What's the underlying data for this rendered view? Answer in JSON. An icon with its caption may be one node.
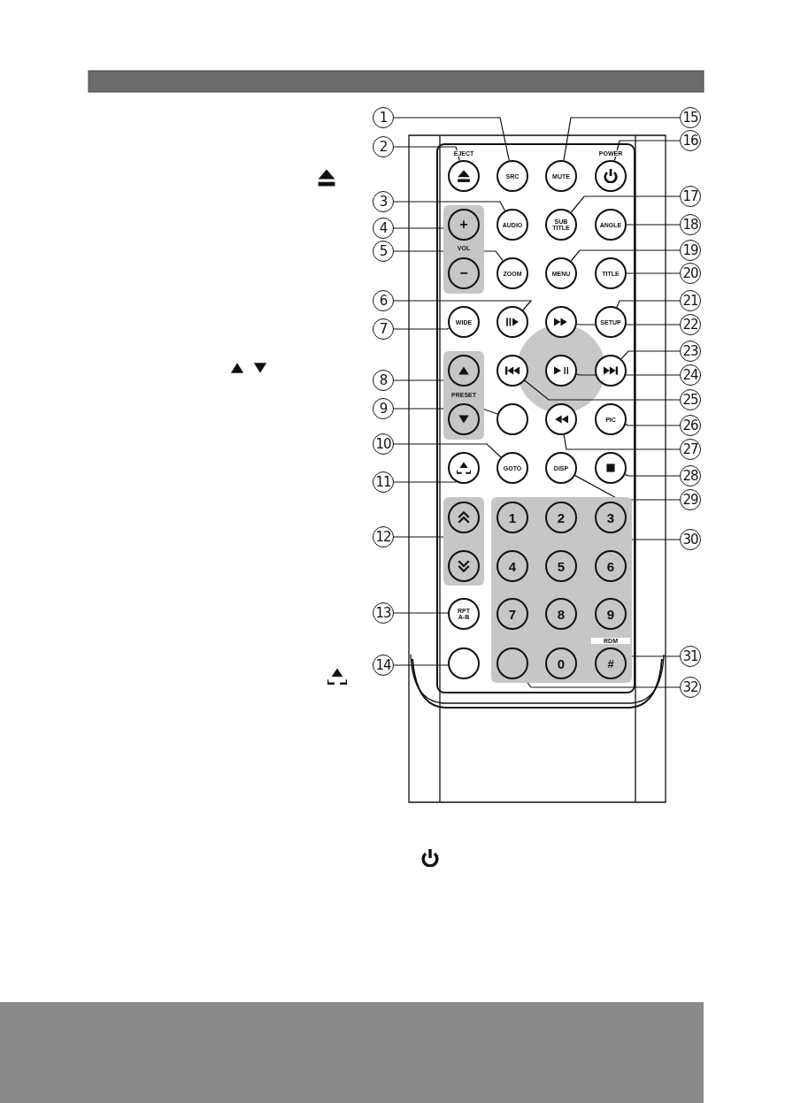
{
  "diagram": {
    "nodes": [
      {
        "text": [
          "EJECT"
        ]
      },
      {
        "text": [
          "SRC"
        ]
      },
      {
        "text": [
          "MUTE"
        ]
      },
      {
        "text": [
          "POWER"
        ]
      },
      {
        "text": [
          "VOL"
        ]
      },
      {
        "text": [
          "+"
        ],
        "in": 4
      },
      {
        "text": [
          "−"
        ],
        "in": 4
      },
      {
        "text": [
          "AUDIO"
        ]
      },
      {
        "text": [
          "SUB TITLE"
        ]
      },
      {
        "text": [
          "ANGLE"
        ]
      },
      {
        "text": [
          "ZOOM"
        ]
      },
      {
        "text": [
          "MENU"
        ]
      },
      {
        "text": [
          "TITLE"
        ]
      },
      {
        "text": [
          "WIDE"
        ]
      },
      {
        "text": [],
        "shape": "circle"
      },
      {
        "text": [],
        "shape": "circle"
      },
      {
        "text": [
          "SETUP"
        ]
      },
      {
        "text": [
          "PRESET"
        ]
      },
      {
        "text": [],
        "shape": "circle",
        "in": 17
      },
      {
        "text": [],
        "shape": "circle",
        "in": 17
      },
      {
        "text": [],
        "shape": "circle"
      },
      {
        "text": [],
        "shape": "circle"
      },
      {
        "text": [],
        "shape": "circle"
      },
      {
        "text": [],
        "shape": "circle"
      },
      {
        "text": [],
        "shape": "circle"
      },
      {
        "text": [
          "PIC"
        ]
      },
      {
        "text": [
          "GOTO"
        ]
      },
      {
        "text": [
          "DISP"
        ]
      },
      {
        "text": [],
        "shape": "circle"
      },
      {
        "text": [],
        "shape": "circle"
      },
      {
        "text": [],
        "shape": "box"
      },
      {
        "text": [],
        "shape": "circle",
        "in": 30
      },
      {
        "text": [],
        "shape": "circle",
        "in": 30
      },
      {
        "text": [],
        "shape": "box"
      },
      {
        "text": [
          "1"
        ],
        "in": 33
      },
      {
        "text": [
          "2"
        ],
        "in": 33
      },
      {
        "text": [
          "3"
        ],
        "in": 33
      },
      {
        "text": [
          "4"
        ],
        "in": 33
      },
      {
        "text": [
          "5"
        ],
        "in": 33
      },
      {
        "text": [
          "6"
        ],
        "in": 33
      },
      {
        "text": [
          "7"
        ],
        "in": 33
      },
      {
        "text": [
          "8"
        ],
        "in": 33
      },
      {
        "text": [
          "9"
        ],
        "in": 33
      },
      {
        "text": [],
        "shape": "circle",
        "in": 33
      },
      {
        "text": [
          "0"
        ],
        "in": 33
      },
      {
        "text": [
          "RDM",
          "#"
        ],
        "in": 33
      },
      {
        "text": [
          "RPT A-B"
        ]
      },
      {
        "text": [],
        "shape": "circle"
      },
      {
        "text": [
          "1"
        ]
      },
      {
        "text": [
          "2"
        ]
      },
      {
        "text": [
          "3"
        ]
      },
      {
        "text": [
          "4"
        ]
      },
      {
        "text": [
          "5"
        ]
      },
      {
        "text": [
          "6"
        ]
      },
      {
        "text": [
          "7"
        ]
      },
      {
        "text": [
          "8"
        ]
      },
      {
        "text": [
          "9"
        ]
      },
      {
        "text": [
          "10"
        ]
      },
      {
        "text": [
          "11"
        ]
      },
      {
        "text": [
          "12"
        ]
      },
      {
        "text": [
          "13"
        ]
      },
      {
        "text": [
          "14"
        ]
      },
      {
        "text": [
          "15"
        ]
      },
      {
        "text": [
          "16"
        ]
      },
      {
        "text": [
          "17"
        ]
      },
      {
        "text": [
          "18"
        ]
      },
      {
        "text": [
          "19"
        ]
      },
      {
        "text": [
          "20"
        ]
      },
      {
        "text": [
          "21"
        ]
      },
      {
        "text": [
          "22"
        ]
      },
      {
        "text": [
          "23"
        ]
      },
      {
        "text": [
          "24"
        ]
      },
      {
        "text": [
          "25"
        ]
      },
      {
        "text": [
          "26"
        ]
      },
      {
        "text": [
          "27"
        ]
      },
      {
        "text": [
          "28"
        ]
      },
      {
        "text": [
          "29"
        ]
      },
      {
        "text": [
          "30"
        ]
      },
      {
        "text": [
          "31"
        ]
      },
      {
        "text": [
          "32"
        ]
      }
    ],
    "edges": [
      {
        "from": 48,
        "to": 1,
        "arrow": "none"
      },
      {
        "from": 49,
        "to": 0,
        "arrow": "none"
      },
      {
        "from": 50,
        "to": 7,
        "arrow": "none"
      },
      {
        "from": 51,
        "to": 4,
        "arrow": "none"
      },
      {
        "from": 52,
        "to": 10,
        "arrow": "none"
      },
      {
        "from": 53,
        "to": 14,
        "arrow": "none"
      },
      {
        "from": 54,
        "to": 13,
        "arrow": "none"
      },
      {
        "from": 55,
        "to": 17,
        "arrow": "none"
      },
      {
        "from": 56,
        "to": 23,
        "arrow": "none"
      },
      {
        "from": 57,
        "to": 26,
        "arrow": "none"
      },
      {
        "from": 58,
        "to": 29,
        "arrow": "none"
      },
      {
        "from": 59,
        "to": 30,
        "arrow": "none"
      },
      {
        "from": 60,
        "to": 46,
        "arrow": "none"
      },
      {
        "from": 61,
        "to": 47,
        "arrow": "none"
      },
      {
        "from": 62,
        "to": 2,
        "arrow": "none"
      },
      {
        "from": 63,
        "to": 3,
        "arrow": "none"
      },
      {
        "from": 64,
        "to": 8,
        "arrow": "none"
      },
      {
        "from": 65,
        "to": 9,
        "arrow": "none"
      },
      {
        "from": 66,
        "to": 11,
        "arrow": "none"
      },
      {
        "from": 67,
        "to": 12,
        "arrow": "none"
      },
      {
        "from": 68,
        "to": 16,
        "arrow": "none"
      },
      {
        "from": 69,
        "to": 15,
        "arrow": "none"
      },
      {
        "from": 70,
        "to": 22,
        "arrow": "none"
      },
      {
        "from": 71,
        "to": 21,
        "arrow": "none"
      },
      {
        "from": 72,
        "to": 20,
        "arrow": "none"
      },
      {
        "from": 73,
        "to": 25,
        "arrow": "none"
      },
      {
        "from": 74,
        "to": 24,
        "arrow": "none"
      },
      {
        "from": 75,
        "to": 28,
        "arrow": "none"
      },
      {
        "from": 76,
        "to": 27,
        "arrow": "none"
      },
      {
        "from": 77,
        "to": 33,
        "arrow": "none"
      },
      {
        "from": 78,
        "to": 45,
        "arrow": "none"
      },
      {
        "from": 79,
        "to": 43,
        "arrow": "none"
      }
    ]
  }
}
